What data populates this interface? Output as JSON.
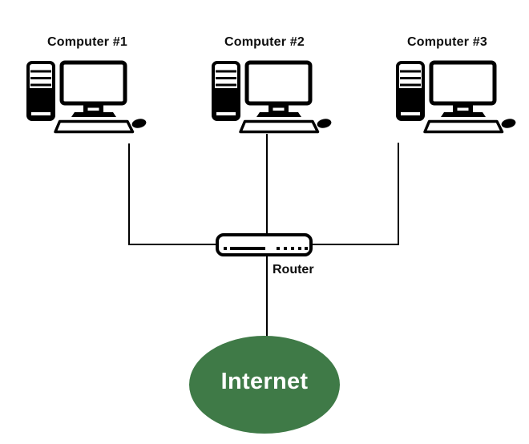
{
  "page": {
    "background": "#FFFFFF"
  },
  "diagram": {
    "type": "network-topology",
    "computers": [
      {
        "id": "computer-1",
        "label": "Computer #1"
      },
      {
        "id": "computer-2",
        "label": "Computer #2"
      },
      {
        "id": "computer-3",
        "label": "Computer #3"
      }
    ],
    "router": {
      "id": "router",
      "label": "Router"
    },
    "internet": {
      "id": "internet",
      "label": "Internet",
      "fill": "#3F7A47",
      "text_color": "#FFFFFF"
    },
    "connections": [
      {
        "from": "computer-1",
        "to": "router"
      },
      {
        "from": "computer-2",
        "to": "router"
      },
      {
        "from": "computer-3",
        "to": "router"
      },
      {
        "from": "router",
        "to": "internet"
      }
    ],
    "line_color": "#000000",
    "icon_color": "#000000"
  }
}
